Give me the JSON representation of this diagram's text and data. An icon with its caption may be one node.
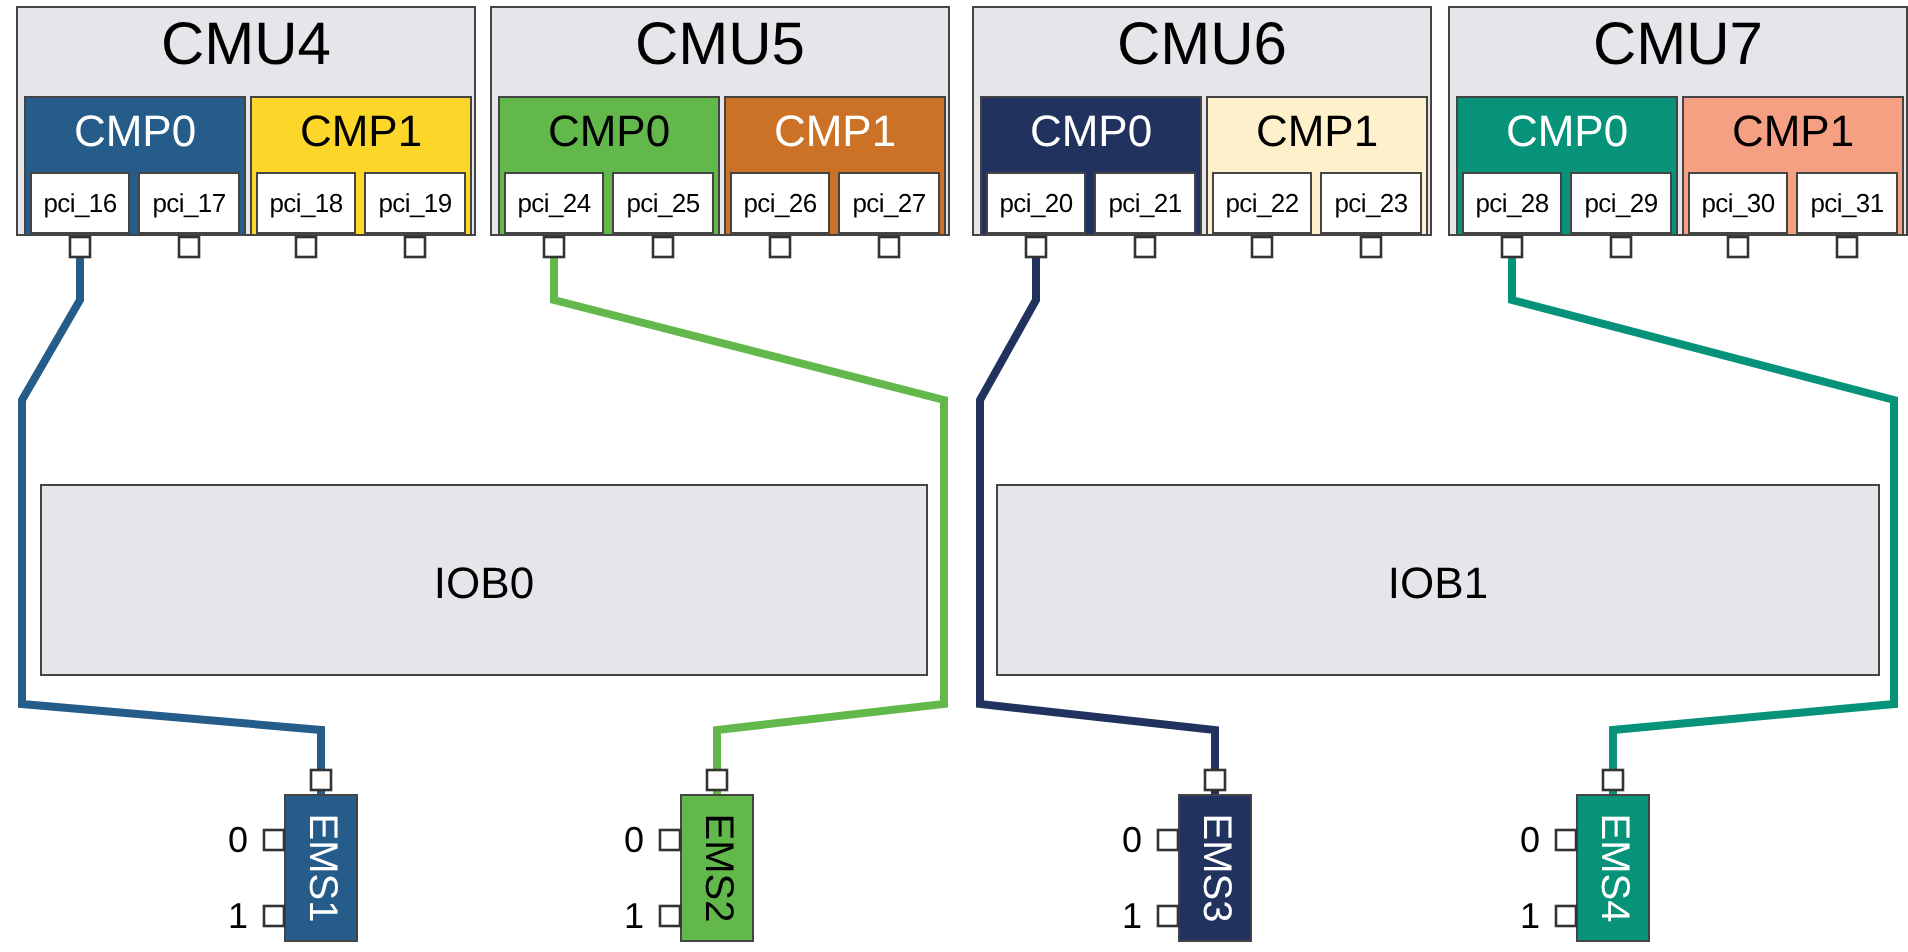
{
  "diagram": {
    "nodes": [
      {
        "text": [
          "CMU4"
        ]
      },
      {
        "text": [
          "CMP0"
        ],
        "in": 0
      },
      {
        "text": [
          "pci_16"
        ],
        "in": 1
      },
      {
        "text": [
          "pci_17"
        ],
        "in": 1
      },
      {
        "text": [
          "CMP1"
        ],
        "in": 0
      },
      {
        "text": [
          "pci_18"
        ],
        "in": 4
      },
      {
        "text": [
          "pci_19"
        ],
        "in": 4
      },
      {
        "text": [
          "CMU5"
        ]
      },
      {
        "text": [
          "CMP0"
        ],
        "in": 7
      },
      {
        "text": [
          "pci_24"
        ],
        "in": 8
      },
      {
        "text": [
          "pci_25"
        ],
        "in": 8
      },
      {
        "text": [
          "CMP1"
        ],
        "in": 7
      },
      {
        "text": [
          "pci_26"
        ],
        "in": 11
      },
      {
        "text": [
          "pci_27"
        ],
        "in": 11
      },
      {
        "text": [
          "CMU6"
        ]
      },
      {
        "text": [
          "CMP0"
        ],
        "in": 14
      },
      {
        "text": [
          "pci_20"
        ],
        "in": 15
      },
      {
        "text": [
          "pci_21"
        ],
        "in": 15
      },
      {
        "text": [
          "CMP1"
        ],
        "in": 14
      },
      {
        "text": [
          "pci_22"
        ],
        "in": 18
      },
      {
        "text": [
          "pci_23"
        ],
        "in": 18
      },
      {
        "text": [
          "CMU7"
        ]
      },
      {
        "text": [
          "CMP0"
        ],
        "in": 21
      },
      {
        "text": [
          "pci_28"
        ],
        "in": 22
      },
      {
        "text": [
          "pci_29"
        ],
        "in": 22
      },
      {
        "text": [
          "CMP1"
        ],
        "in": 21
      },
      {
        "text": [
          "pci_30"
        ],
        "in": 25
      },
      {
        "text": [
          "pci_31"
        ],
        "in": 25
      },
      {
        "text": [
          "IOB0"
        ]
      },
      {
        "text": [
          "IOB1"
        ]
      },
      {
        "text": [
          "EMS1"
        ]
      },
      {
        "text": [
          "EMS2"
        ]
      },
      {
        "text": [
          "EMS3"
        ]
      },
      {
        "text": [
          "EMS4"
        ]
      }
    ],
    "edges": [
      {
        "from": 2,
        "to": 30,
        "arrow": "none",
        "color": "#255c89"
      },
      {
        "from": 9,
        "to": 31,
        "arrow": "none",
        "color": "#63b84b"
      },
      {
        "from": 16,
        "to": 32,
        "arrow": "none",
        "color": "#22325e"
      },
      {
        "from": 23,
        "to": 33,
        "arrow": "none",
        "color": "#07937a"
      }
    ],
    "labels": [
      "0",
      "1",
      "0",
      "1",
      "0",
      "1",
      "0",
      "1"
    ]
  }
}
